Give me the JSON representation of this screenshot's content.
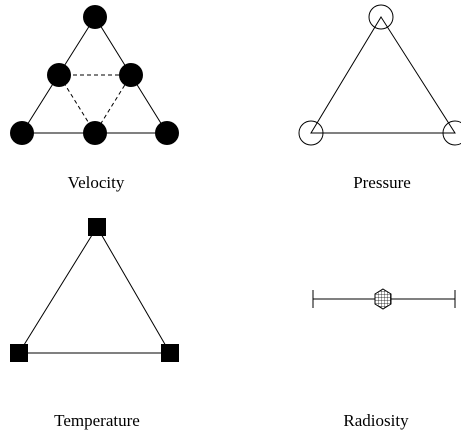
{
  "panels": [
    {
      "caption": "Velocity"
    },
    {
      "caption": "Pressure"
    },
    {
      "caption": "Temperature"
    },
    {
      "caption": "Radiosity"
    }
  ]
}
